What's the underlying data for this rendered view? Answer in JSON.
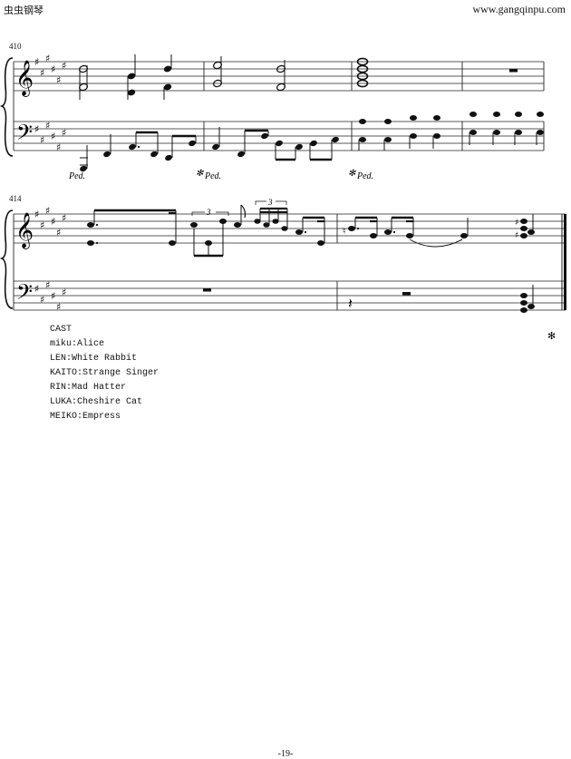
{
  "header": {
    "left_text": "虫虫钢琴",
    "right_text": "www.gangqinpu.com"
  },
  "systems": [
    {
      "measure_number": "410"
    },
    {
      "measure_number": "414"
    }
  ],
  "score": {
    "key_signature": "6 sharps",
    "clefs": [
      "treble",
      "bass"
    ],
    "pedal_mark": "Ped.",
    "pedal_release": "✻",
    "triplet": "3"
  },
  "cast": {
    "heading": "CAST",
    "entries": [
      "miku:Alice",
      "LEN:White Rabbit",
      "KAITO:Strange Singer",
      "RIN:Mad Hatter",
      "LUKA:Cheshire Cat",
      "MEIKO:Empress"
    ]
  },
  "footer": {
    "page_number": "-19-"
  }
}
